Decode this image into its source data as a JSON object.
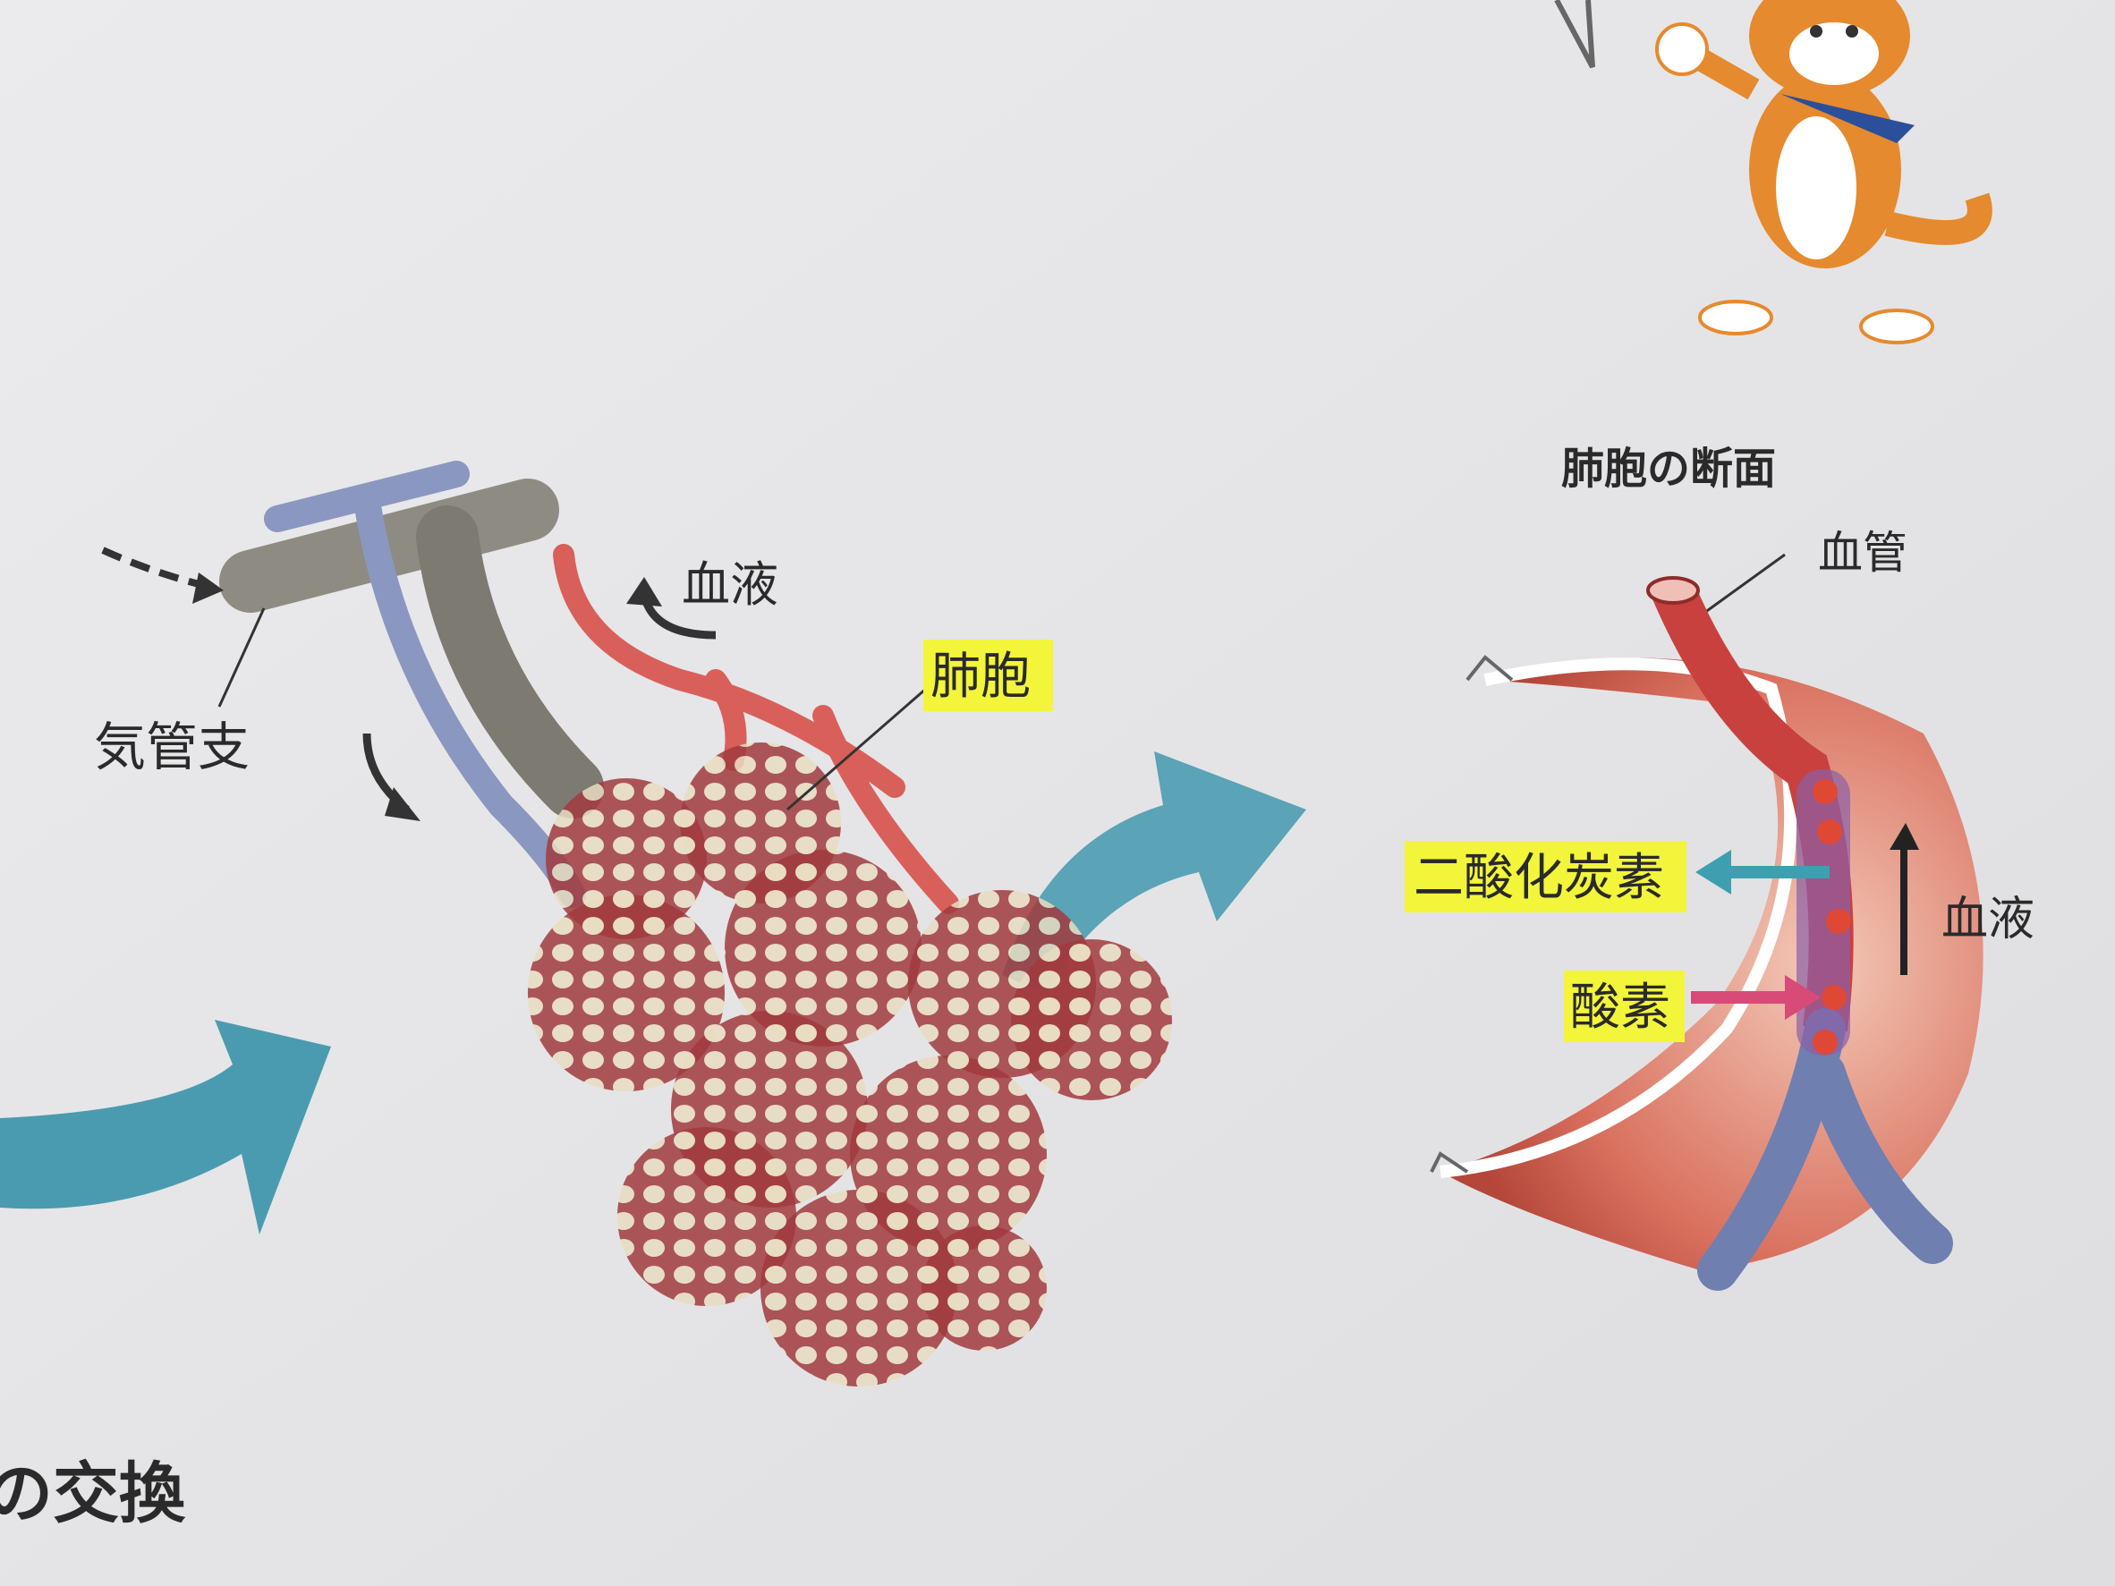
{
  "labels": {
    "bronchus": "気管支",
    "blood_top": "血液",
    "alveolus": "肺胞",
    "section_title": "肺胞の断面",
    "blood_vessel": "血管",
    "carbon_dioxide": "二酸化炭素",
    "oxygen": "酸素",
    "blood_right": "血液",
    "heading_fragment": "の交換"
  },
  "colors": {
    "highlight": "#f2f53a",
    "big_arrow": "#4b9bb0",
    "artery": "#d9605a",
    "vein": "#7f8db8",
    "bronchus": "#8e8b82",
    "co2_arrow": "#3e9fb0",
    "o2_arrow": "#d84a78",
    "mascot": "#e58a2e"
  }
}
